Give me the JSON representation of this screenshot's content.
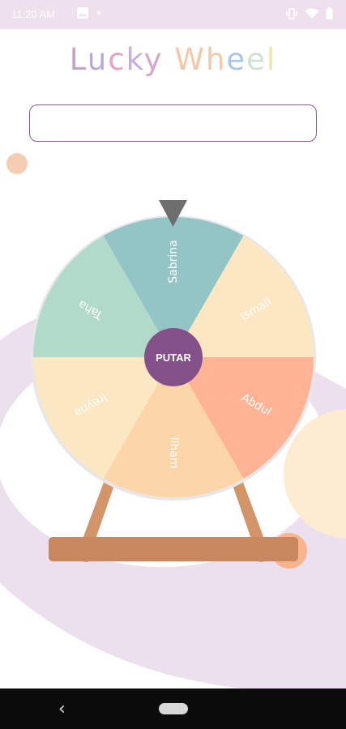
{
  "status_bar": {
    "time": "11:20 AM",
    "icons": [
      "image-icon",
      "dot-icon",
      "vibrate-icon",
      "wifi-icon",
      "battery-icon"
    ]
  },
  "app": {
    "title_letters": [
      "L",
      "u",
      "c",
      "k",
      "y",
      " ",
      "W",
      "h",
      "e",
      "e",
      "l"
    ],
    "title_colors": [
      "#c8a2c8",
      "#b9a9d6",
      "#e7a3c6",
      "#c7aee0",
      "#d6a7ce",
      "#ffffff",
      "#f5c6a8",
      "#f4c9a7",
      "#a8c8e8",
      "#cfe4cf",
      "#f0e6a8"
    ],
    "name_input": {
      "value": "",
      "placeholder": ""
    }
  },
  "wheel": {
    "segments": [
      {
        "label": "Sabrina",
        "color": "#93c4c6"
      },
      {
        "label": "Ismail",
        "color": "#fbe7c2"
      },
      {
        "label": "Abdul",
        "color": "#fdb394"
      },
      {
        "label": "Ilham",
        "color": "#fcd6a9"
      },
      {
        "label": "Ireyna",
        "color": "#fbe7c2"
      },
      {
        "label": "Taha",
        "color": "#b1dacb"
      }
    ],
    "spin_button": "PUTAR",
    "spin_button_color": "#84508a",
    "pointer_color": "#6e6e6e",
    "stand_color": "#d4946a",
    "base_color": "#c8875f"
  },
  "nav": {
    "back_icon": "back-icon",
    "home_icon": "home-pill-icon"
  }
}
